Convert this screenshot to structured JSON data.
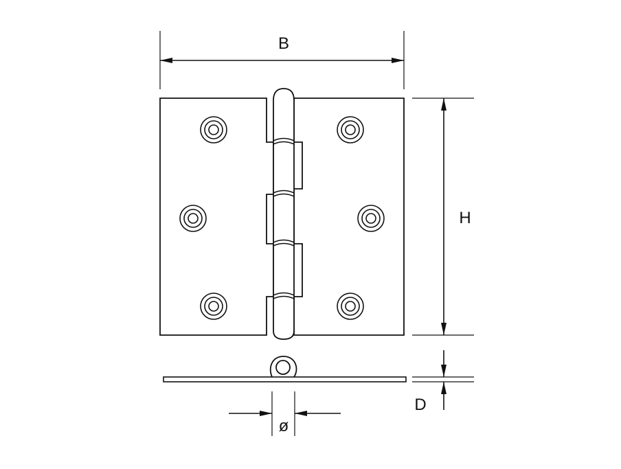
{
  "labels": {
    "width": "B",
    "height": "H",
    "thickness": "D",
    "pin_diameter": "ø"
  },
  "colors": {
    "ink": "#111111",
    "background": "#ffffff"
  }
}
